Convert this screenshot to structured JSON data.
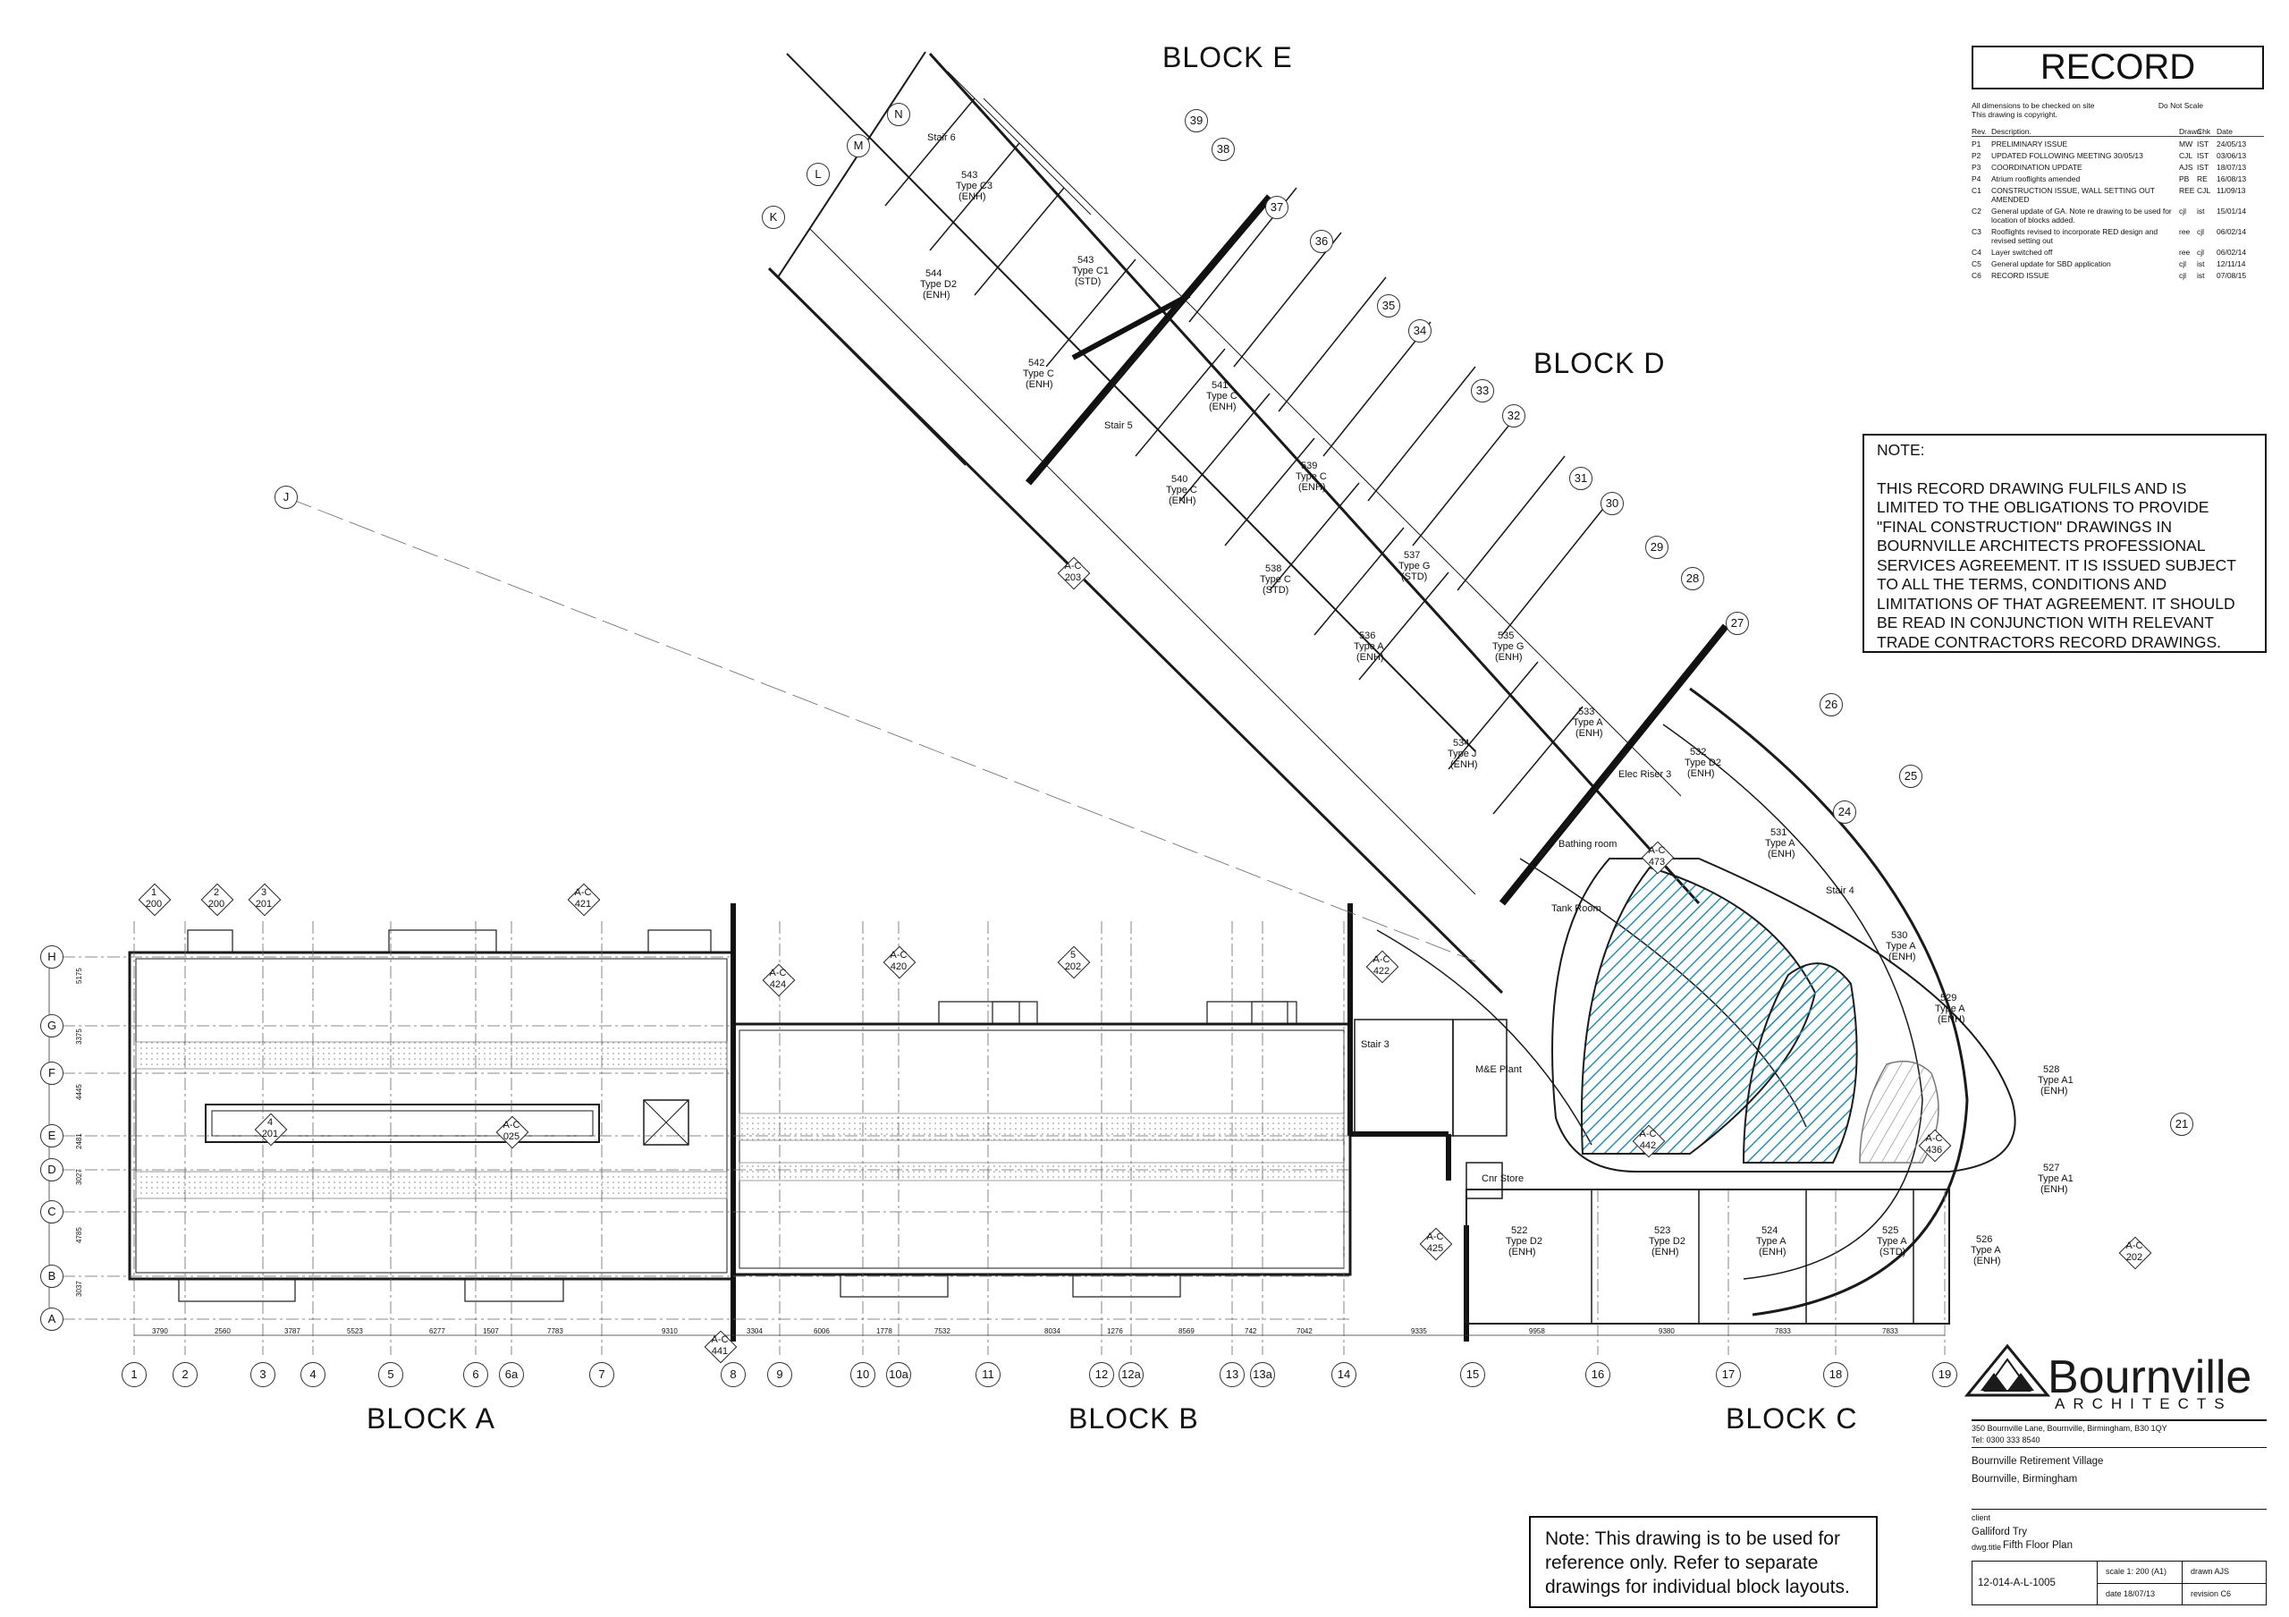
{
  "drawing": {
    "blocks": [
      {
        "id": "A",
        "label": "BLOCK A"
      },
      {
        "id": "B",
        "label": "BLOCK B"
      },
      {
        "id": "C",
        "label": "BLOCK C"
      },
      {
        "id": "D",
        "label": "BLOCK D"
      },
      {
        "id": "E",
        "label": "BLOCK E"
      }
    ],
    "grid_numbers_bottom": [
      "1",
      "2",
      "3",
      "4",
      "5",
      "6",
      "6a",
      "7",
      "8",
      "9",
      "10",
      "10a",
      "11",
      "12",
      "12a",
      "13",
      "13a",
      "14",
      "15",
      "16",
      "17",
      "18",
      "19"
    ],
    "grid_letters_left": [
      "H",
      "G",
      "F",
      "E",
      "D",
      "C",
      "B",
      "A"
    ],
    "grid_numbers_diagonal": [
      "21",
      "24",
      "25",
      "26",
      "27",
      "28",
      "29",
      "30",
      "31",
      "32",
      "33",
      "34",
      "35",
      "36",
      "37",
      "38",
      "39"
    ],
    "grid_letters_diagonal": [
      "J",
      "K",
      "L",
      "M",
      "N"
    ],
    "dimensions_bottom": [
      "3790",
      "2560",
      "3787",
      "5523",
      "6277",
      "1507",
      "7783",
      "9310",
      "3304",
      "6006",
      "1778",
      "7532",
      "8034",
      "1276",
      "8569",
      "742",
      "7042",
      "9335",
      "9958",
      "9380",
      "7833",
      "7833"
    ],
    "dimensions_left": [
      "5175",
      "3375",
      "4445",
      "2481",
      "3027",
      "4785",
      "3037"
    ],
    "rooms": [
      {
        "number": "543",
        "type": "Type C3",
        "note": "(ENH)"
      },
      {
        "number": "544",
        "type": "Type D2",
        "note": "(ENH)"
      },
      {
        "number": "543",
        "type": "Type C1",
        "note": "(STD)"
      },
      {
        "number": "542",
        "type": "Type C",
        "note": "(ENH)"
      },
      {
        "number": "541",
        "type": "Type C",
        "note": "(ENH)"
      },
      {
        "number": "540",
        "type": "Type C",
        "note": "(ENH)"
      },
      {
        "number": "539",
        "type": "Type C",
        "note": "(ENH)"
      },
      {
        "number": "538",
        "type": "Type C",
        "note": "(STD)"
      },
      {
        "number": "537",
        "type": "Type G",
        "note": "(STD)"
      },
      {
        "number": "536",
        "type": "Type A",
        "note": "(ENH)"
      },
      {
        "number": "535",
        "type": "Type G",
        "note": "(ENH)"
      },
      {
        "number": "534",
        "type": "Type J",
        "note": "(ENH)"
      },
      {
        "number": "533",
        "type": "Type A",
        "note": "(ENH)"
      },
      {
        "number": "532",
        "type": "Type D2",
        "note": "(ENH)"
      },
      {
        "number": "531",
        "type": "Type A",
        "note": "(ENH)"
      },
      {
        "number": "530",
        "type": "Type A",
        "note": "(ENH)"
      },
      {
        "number": "529",
        "type": "Type A",
        "note": "(ENH)"
      },
      {
        "number": "528",
        "type": "Type A1",
        "note": "(ENH)"
      },
      {
        "number": "527",
        "type": "Type A1",
        "note": "(ENH)"
      },
      {
        "number": "526",
        "type": "Type A",
        "note": "(ENH)"
      },
      {
        "number": "525",
        "type": "Type A",
        "note": "(STD)"
      },
      {
        "number": "524",
        "type": "Type A",
        "note": "(ENH)"
      },
      {
        "number": "523",
        "type": "Type D2",
        "note": "(ENH)"
      },
      {
        "number": "522",
        "type": "Type D2",
        "note": "(ENH)"
      }
    ],
    "spaces": [
      "Stair 6",
      "Stair 5",
      "Stair 4",
      "Stair 3",
      "Bathing room",
      "Tank Room",
      "Elec Riser 3",
      "M&E Plant",
      "Cnr Store"
    ],
    "section_markers": [
      {
        "top": "1",
        "bottom": "200"
      },
      {
        "top": "2",
        "bottom": "200"
      },
      {
        "top": "3",
        "bottom": "201"
      },
      {
        "top": "A-C",
        "bottom": "421"
      },
      {
        "top": "A-C",
        "bottom": "424"
      },
      {
        "top": "A-C",
        "bottom": "420"
      },
      {
        "top": "5",
        "bottom": "202"
      },
      {
        "top": "A-C",
        "bottom": "422"
      },
      {
        "top": "4",
        "bottom": "201"
      },
      {
        "top": "A-C",
        "bottom": "025"
      },
      {
        "top": "A-C",
        "bottom": "442"
      },
      {
        "top": "A-C",
        "bottom": "436"
      },
      {
        "top": "A-C",
        "bottom": "425"
      },
      {
        "top": "A-C",
        "bottom": "441"
      },
      {
        "top": "A-C",
        "bottom": "473"
      },
      {
        "top": "A-C",
        "bottom": "203"
      },
      {
        "top": "A-C",
        "bottom": "202"
      }
    ]
  },
  "title_block": {
    "status": "RECORD",
    "notes_line1": "All dimensions to be checked on site",
    "notes_line2": "This drawing is copyright.",
    "do_not_scale": "Do Not Scale",
    "headers": {
      "rev": "Rev.",
      "desc": "Description.",
      "drawn": "Drawn",
      "chk": "Chk",
      "date": "Date"
    },
    "revisions": [
      {
        "rev": "P1",
        "desc": "PRELIMINARY ISSUE",
        "drawn": "MW",
        "chk": "IST",
        "date": "24/05/13"
      },
      {
        "rev": "P2",
        "desc": "UPDATED FOLLOWING MEETING 30/05/13",
        "drawn": "CJL",
        "chk": "IST",
        "date": "03/06/13"
      },
      {
        "rev": "P3",
        "desc": "COORDINATION UPDATE",
        "drawn": "AJS",
        "chk": "IST",
        "date": "18/07/13"
      },
      {
        "rev": "P4",
        "desc": "Atrium rooflights amended",
        "drawn": "PB",
        "chk": "RE",
        "date": "16/08/13"
      },
      {
        "rev": "C1",
        "desc": "CONSTRUCTION ISSUE, WALL SETTING OUT AMENDED",
        "drawn": "REE",
        "chk": "CJL",
        "date": "11/09/13"
      },
      {
        "rev": "C2",
        "desc": "General update of GA. Note re drawing to be used for location of blocks added.",
        "drawn": "cjl",
        "chk": "ist",
        "date": "15/01/14"
      },
      {
        "rev": "C3",
        "desc": "Rooflights revised to incorporate RED design and revised setting out",
        "drawn": "ree",
        "chk": "cjl",
        "date": "06/02/14"
      },
      {
        "rev": "C4",
        "desc": "Layer switched off",
        "drawn": "ree",
        "chk": "cjl",
        "date": "06/02/14"
      },
      {
        "rev": "C5",
        "desc": "General update for SBD application",
        "drawn": "cjl",
        "chk": "ist",
        "date": "12/11/14"
      },
      {
        "rev": "C6",
        "desc": "RECORD ISSUE",
        "drawn": "cjl",
        "chk": "ist",
        "date": "07/08/15"
      }
    ],
    "note_title": "NOTE:",
    "note_body": "THIS RECORD DRAWING FULFILS AND IS LIMITED TO THE OBLIGATIONS TO PROVIDE \"FINAL CONSTRUCTION\" DRAWINGS IN BOURNVILLE ARCHITECTS PROFESSIONAL SERVICES AGREEMENT.  IT IS ISSUED SUBJECT TO ALL THE TERMS, CONDITIONS AND LIMITATIONS OF THAT AGREEMENT.  IT SHOULD BE READ IN CONJUNCTION WITH RELEVANT TRADE CONTRACTORS RECORD DRAWINGS.",
    "reference_note": "Note:  This drawing is to be used for reference only.  Refer to separate drawings for individual block layouts.",
    "firm_name": "Bournville",
    "firm_sub": "ARCHITECTS",
    "firm_address": "350 Bournville Lane,  Bournville,  Birmingham,  B30 1QY",
    "firm_tel": "Tel: 0300 333 8540",
    "project_line1": "Bournville Retirement Village",
    "project_line2": "Bournville, Birmingham",
    "client_label": "client",
    "client": "Galliford Try",
    "title_label": "dwg.title",
    "title": "Fifth Floor Plan",
    "drawing_number": "12-014-A-L-1005",
    "scale": "scale 1: 200 (A1)",
    "drawn_by": "drawn AJS",
    "date": "date 18/07/13",
    "revision": "revision C6"
  },
  "colors": {
    "line": "#1a1a1a",
    "rooflight": "#2a8fb0",
    "grid": "#555555"
  }
}
